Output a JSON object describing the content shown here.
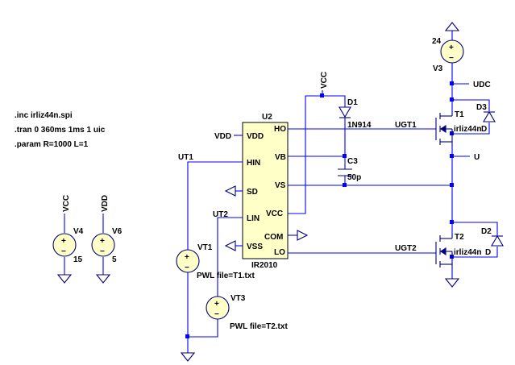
{
  "directives": [
    ".inc irliz44n.spi",
    ".tran 0 360ms 1ms 1 uic",
    ".param R=1000 L=1"
  ],
  "ic": {
    "ref": "U2",
    "part": "IR2010",
    "pins_left": [
      "VDD",
      "HIN",
      "SD",
      "LIN",
      "VSS"
    ],
    "pins_right": [
      "HO",
      "VB",
      "VS",
      "VCC",
      "COM",
      "LO"
    ]
  },
  "nets": {
    "vdd_in": "VDD",
    "vcc_top": "VCC",
    "ut1": "UT1",
    "ut2": "UT2",
    "ugt1": "UGT1",
    "ugt2": "UGT2",
    "udc": "UDC",
    "u": "U",
    "v4_net": "VCC",
    "v6_net": "VDD"
  },
  "components": {
    "d1": {
      "ref": "D1",
      "value": "1N914"
    },
    "c3": {
      "ref": "C3",
      "value": "50p"
    },
    "v3": {
      "ref": "V3",
      "value": "24"
    },
    "t1": {
      "ref": "T1",
      "value": "irliz44n"
    },
    "t2": {
      "ref": "T2",
      "value": "irliz44n"
    },
    "d3": {
      "ref": "D3",
      "value": "D"
    },
    "d2": {
      "ref": "D2",
      "value": "D"
    },
    "v4": {
      "ref": "V4",
      "value": "15"
    },
    "v6": {
      "ref": "V6",
      "value": "5"
    },
    "vt1": {
      "ref": "VT1",
      "value": "PWL file=T1.txt"
    },
    "vt3": {
      "ref": "VT3",
      "value": "PWL file=T2.txt"
    }
  },
  "colors": {
    "wire": "#0000ff",
    "symbol": "#000080",
    "ic_fill": "#ffffc8",
    "source_fill": "#ffffc8"
  }
}
